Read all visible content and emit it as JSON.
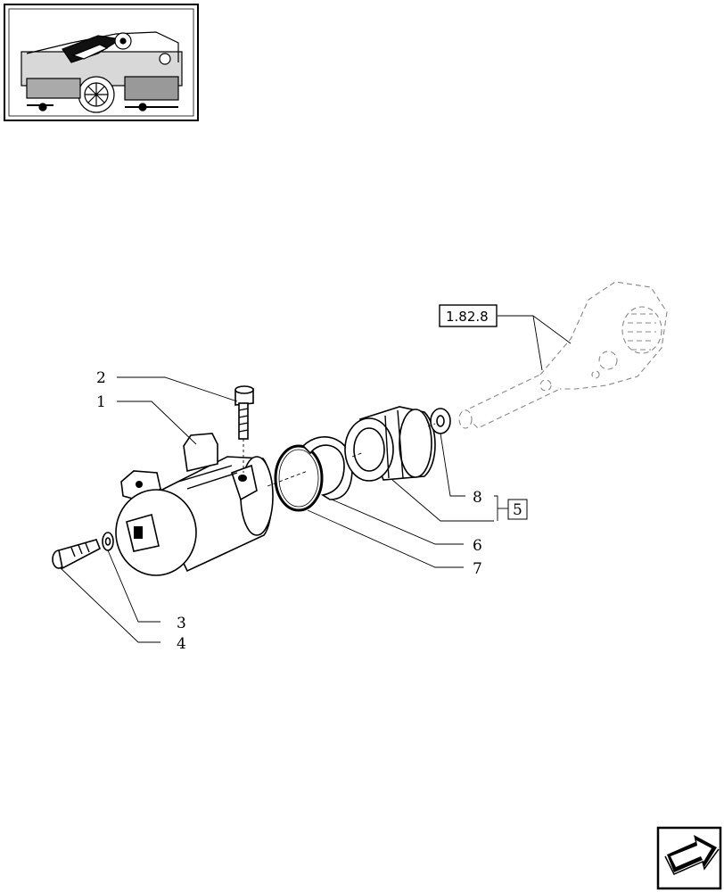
{
  "callouts": [
    "1",
    "2",
    "3",
    "4",
    "5",
    "6",
    "7",
    "8"
  ],
  "reference_box": "1.82.8",
  "icons": {
    "thumbnail": "tractor-rear-hitch-thumbnail",
    "nav": "next-page-arrow-icon"
  }
}
